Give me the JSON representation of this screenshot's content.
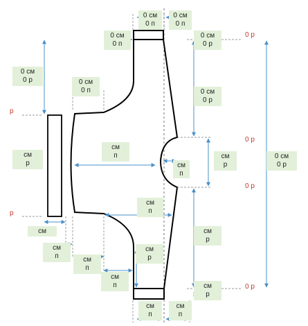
{
  "labels": [
    {
      "id": "top-left-width",
      "lines": [
        "0 см",
        "0 п"
      ]
    },
    {
      "id": "top-right-width",
      "lines": [
        "0 см",
        "0 п"
      ]
    },
    {
      "id": "top-left-offset",
      "lines": [
        "0 см",
        "0 п"
      ]
    },
    {
      "id": "top-right-height",
      "lines": [
        "0 см",
        "0 р"
      ]
    },
    {
      "id": "left-upper-height",
      "lines": [
        "0 см",
        "0 р"
      ]
    },
    {
      "id": "shoulder-width",
      "lines": [
        "0 см",
        "0 п"
      ]
    },
    {
      "id": "right-middle-height",
      "lines": [
        "0 см",
        "0 р"
      ]
    },
    {
      "id": "sleeve-cuff-height",
      "lines": [
        "см",
        "р"
      ]
    },
    {
      "id": "center-width",
      "lines": [
        "см",
        "п"
      ]
    },
    {
      "id": "notch-width",
      "lines": [
        "см",
        "п"
      ]
    },
    {
      "id": "notch-height",
      "lines": [
        "см",
        "р"
      ]
    },
    {
      "id": "total-height",
      "lines": [
        "0 см",
        "0 р"
      ]
    },
    {
      "id": "lower-waist-width",
      "lines": [
        "см",
        "п"
      ]
    },
    {
      "id": "right-lower-height",
      "lines": [
        "см",
        "р"
      ]
    },
    {
      "id": "cuff-width",
      "lines": [
        "см"
      ]
    },
    {
      "id": "lower-body-height",
      "lines": [
        "см",
        "р"
      ]
    },
    {
      "id": "lower-left-offset-1",
      "lines": [
        "см",
        "п"
      ]
    },
    {
      "id": "lower-left-offset-2",
      "lines": [
        "см",
        "п"
      ]
    },
    {
      "id": "lower-left-offset-3",
      "lines": [
        "см",
        "п"
      ]
    },
    {
      "id": "bottom-band-height",
      "lines": [
        "см",
        "р"
      ]
    },
    {
      "id": "bottom-left-width",
      "lines": [
        "см",
        "п"
      ]
    },
    {
      "id": "bottom-right-width",
      "lines": [
        "см",
        "п"
      ]
    }
  ],
  "red_marks": [
    {
      "id": "rm-top-right",
      "text": "0 р"
    },
    {
      "id": "rm-left-top",
      "text": "р"
    },
    {
      "id": "rm-mid-upper",
      "text": "0 р"
    },
    {
      "id": "rm-mid-lower",
      "text": "0 р"
    },
    {
      "id": "rm-left-bottom",
      "text": "р"
    },
    {
      "id": "rm-bottom-right",
      "text": "0 р"
    }
  ],
  "colors": {
    "label_bg": "#e2f0d9",
    "arrow": "#4a90c8",
    "red_text": "#c0392b",
    "outline": "#000000",
    "dashed": "#555555"
  }
}
